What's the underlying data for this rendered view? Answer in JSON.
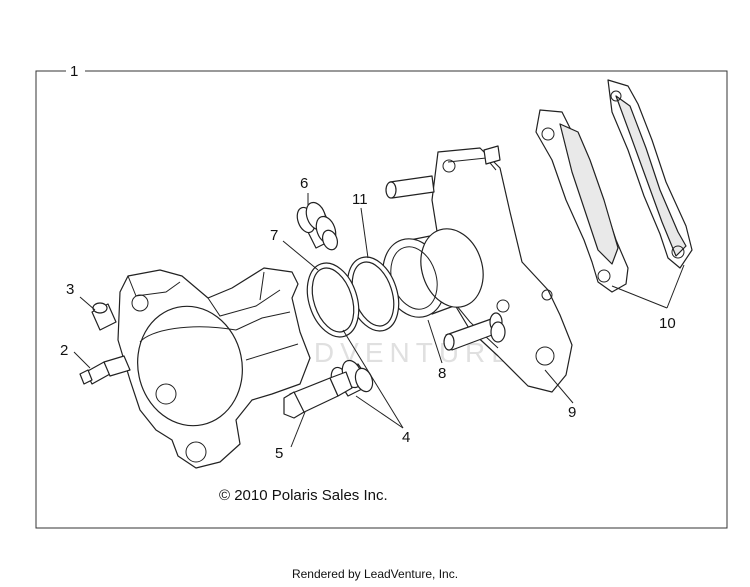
{
  "diagram": {
    "callouts": [
      "1",
      "2",
      "3",
      "4",
      "5",
      "6",
      "7",
      "8",
      "9",
      "10",
      "11"
    ],
    "copyright": "© 2010 Polaris Sales Inc.",
    "watermark": "LEADVENTURE"
  },
  "footer": {
    "text": "Rendered by LeadVenture, Inc."
  }
}
